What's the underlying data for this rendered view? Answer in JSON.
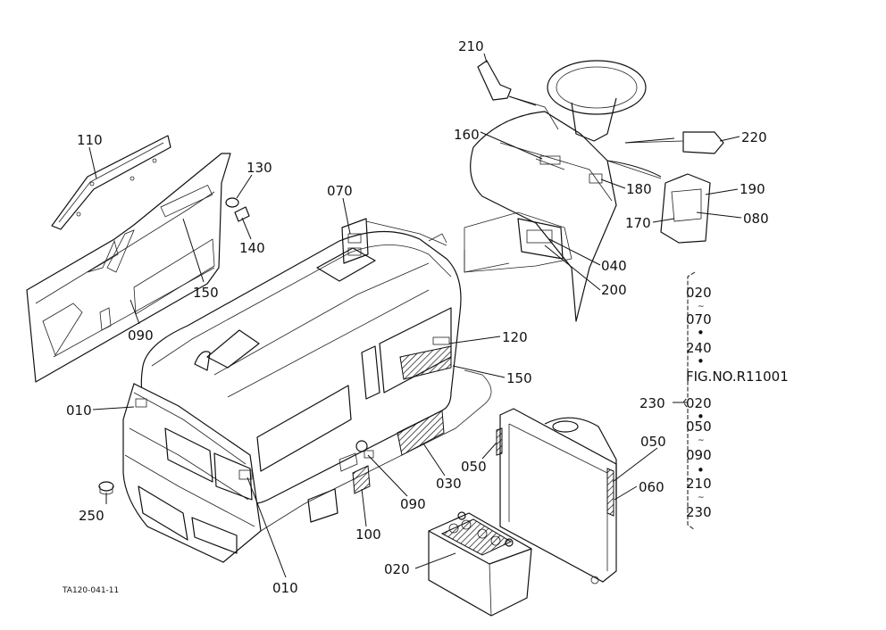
{
  "diagram": {
    "callouts": [
      {
        "id": "c110",
        "text": "110"
      },
      {
        "id": "c130",
        "text": "130"
      },
      {
        "id": "c140",
        "text": "140"
      },
      {
        "id": "c150a",
        "text": "150"
      },
      {
        "id": "c090a",
        "text": "090"
      },
      {
        "id": "c070",
        "text": "070"
      },
      {
        "id": "c210",
        "text": "210"
      },
      {
        "id": "c160",
        "text": "160"
      },
      {
        "id": "c220",
        "text": "220"
      },
      {
        "id": "c180",
        "text": "180"
      },
      {
        "id": "c190",
        "text": "190"
      },
      {
        "id": "c170",
        "text": "170"
      },
      {
        "id": "c080",
        "text": "080"
      },
      {
        "id": "c040",
        "text": "040"
      },
      {
        "id": "c200",
        "text": "200"
      },
      {
        "id": "c120",
        "text": "120"
      },
      {
        "id": "c150b",
        "text": "150"
      },
      {
        "id": "c010a",
        "text": "010"
      },
      {
        "id": "c010b",
        "text": "010"
      },
      {
        "id": "c250",
        "text": "250"
      },
      {
        "id": "c100",
        "text": "100"
      },
      {
        "id": "c090b",
        "text": "090"
      },
      {
        "id": "c030",
        "text": "030"
      },
      {
        "id": "c050a",
        "text": "050"
      },
      {
        "id": "c050b",
        "text": "050"
      },
      {
        "id": "c060",
        "text": "060"
      },
      {
        "id": "c020",
        "text": "020"
      },
      {
        "id": "c230",
        "text": "230"
      }
    ],
    "reference_list": {
      "group1": [
        "020",
        "070",
        "240"
      ],
      "fig_no": "FIG.NO.R11001",
      "group2": [
        "020",
        "050",
        "090",
        "210",
        "230"
      ]
    },
    "footer_code": "TA120-041-11"
  }
}
